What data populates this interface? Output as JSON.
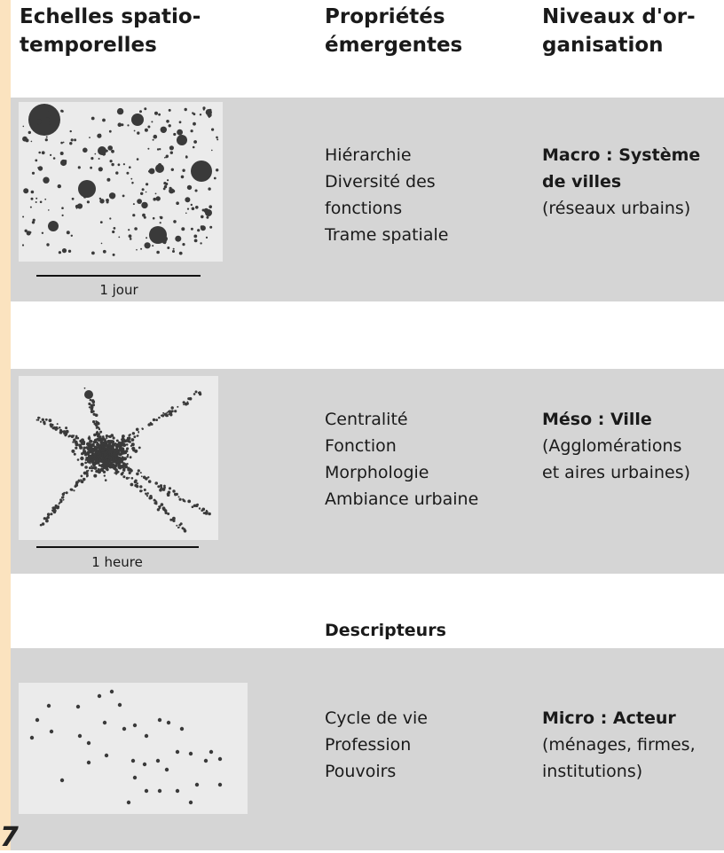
{
  "headers": {
    "scales": [
      "Echelles spatio-",
      "temporelles"
    ],
    "properties": [
      "Propriétés",
      "émergentes"
    ],
    "levels": [
      "Niveaux d'or-",
      "ganisation"
    ]
  },
  "rows": [
    {
      "scale_label": "1 jour",
      "properties": [
        "Hiérarchie",
        "Diversité des",
        "fonctions",
        "Trame spatiale"
      ],
      "level_title": [
        "Macro : Système",
        "de villes"
      ],
      "level_sub": [
        "(réseaux urbains)"
      ]
    },
    {
      "scale_label": "1 heure",
      "properties": [
        "Centralité",
        "Fonction",
        "Morphologie",
        "Ambiance urbaine"
      ],
      "level_title": [
        "Méso : Ville"
      ],
      "level_sub": [
        "(Agglomérations",
        "et aires urbaines)"
      ]
    },
    {
      "scale_label": "",
      "properties": [
        "Cycle de vie",
        "Profession",
        "Pouvoirs"
      ],
      "level_title": [
        "Micro : Acteur"
      ],
      "level_sub": [
        "(ménages, firmes,",
        "institutions)"
      ]
    }
  ],
  "descriptors_label": "Descripteurs",
  "corner_glyph": "7",
  "colors": {
    "band": "#d5d5d5",
    "panel": "#ebebeb",
    "dot": "#3a3a3a",
    "left_strip": "#fbe3bf"
  }
}
